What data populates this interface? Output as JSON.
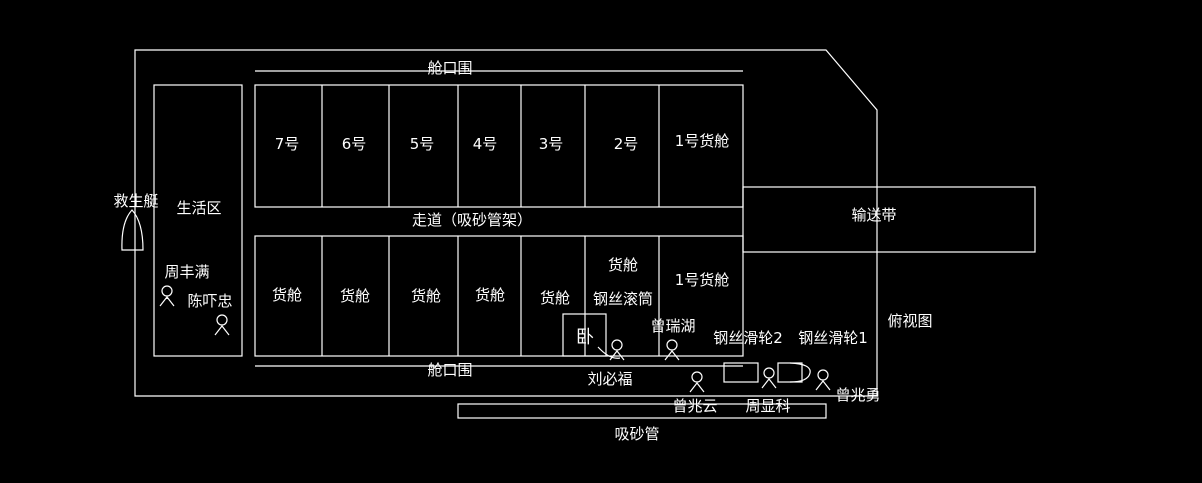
{
  "labels": {
    "hatch_coaming_top": "舱口围",
    "hatch_coaming_bottom": "舱口围",
    "walkway": "走道（吸砂管架）",
    "conveyor": "输送带",
    "living_area": "生活区",
    "lifeboat": "救生艇",
    "sand_pipe": "吸砂管",
    "top_view": "俯视图",
    "wire_drum": "钢丝滚筒",
    "pulley2": "钢丝滑轮2",
    "pulley1": "钢丝滑轮1",
    "winch_glyph": "卧"
  },
  "holds_top": [
    "7号",
    "6号",
    "5号",
    "4号",
    "3号",
    "2号",
    "1号货舱"
  ],
  "holds_bottom": [
    "货舱",
    "货舱",
    "货舱",
    "货舱",
    "货舱",
    "货舱",
    "1号货舱"
  ],
  "people": [
    "周丰满",
    "陈吓忠",
    "曾瑞湖",
    "刘必福",
    "曾兆云",
    "周显科",
    "曾兆勇"
  ],
  "colors": {
    "background": "#000000",
    "line": "#ffffff"
  }
}
